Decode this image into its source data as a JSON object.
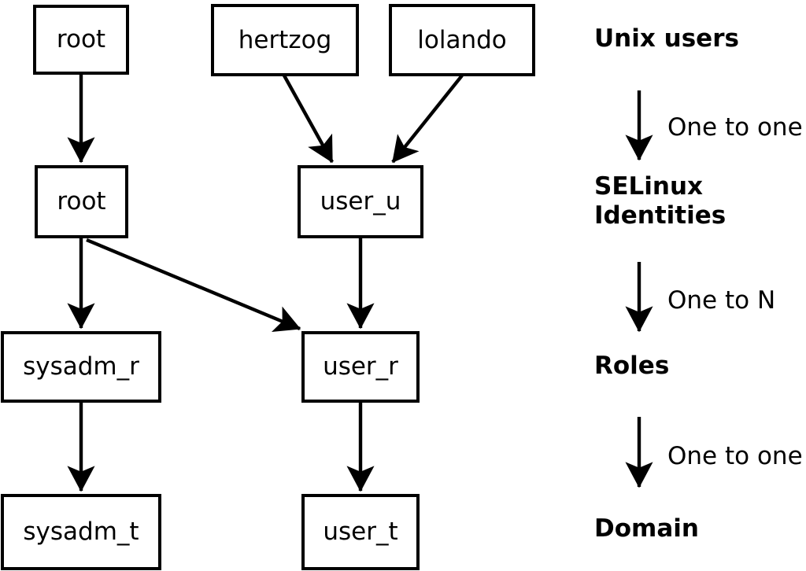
{
  "diagram": {
    "nodes": [
      {
        "id": "unix_root",
        "label": "root",
        "level": "Unix users"
      },
      {
        "id": "hertzog",
        "label": "hertzog",
        "level": "Unix users"
      },
      {
        "id": "lolando",
        "label": "lolando",
        "level": "Unix users"
      },
      {
        "id": "selinux_root",
        "label": "root",
        "level": "SELinux Identities"
      },
      {
        "id": "user_u",
        "label": "user_u",
        "level": "SELinux Identities"
      },
      {
        "id": "sysadm_r",
        "label": "sysadm_r",
        "level": "Roles"
      },
      {
        "id": "user_r",
        "label": "user_r",
        "level": "Roles"
      },
      {
        "id": "sysadm_t",
        "label": "sysadm_t",
        "level": "Domain"
      },
      {
        "id": "user_t",
        "label": "user_t",
        "level": "Domain"
      }
    ],
    "edges": [
      {
        "from": "unix_root",
        "to": "selinux_root"
      },
      {
        "from": "hertzog",
        "to": "user_u"
      },
      {
        "from": "lolando",
        "to": "user_u"
      },
      {
        "from": "selinux_root",
        "to": "sysadm_r"
      },
      {
        "from": "selinux_root",
        "to": "user_r"
      },
      {
        "from": "user_u",
        "to": "user_r"
      },
      {
        "from": "sysadm_r",
        "to": "sysadm_t"
      },
      {
        "from": "user_r",
        "to": "user_t"
      }
    ],
    "legend": {
      "levels": [
        {
          "label": "Unix users"
        },
        {
          "label": "SELinux Identities"
        },
        {
          "label": "Roles"
        },
        {
          "label": "Domain"
        }
      ],
      "relations": [
        {
          "label": "One to one"
        },
        {
          "label": "One to N"
        },
        {
          "label": "One to one"
        }
      ]
    },
    "colors": {
      "stroke": "#000000",
      "text": "#000000",
      "node_fill": "#ffffff",
      "background": "#ffffff"
    }
  }
}
